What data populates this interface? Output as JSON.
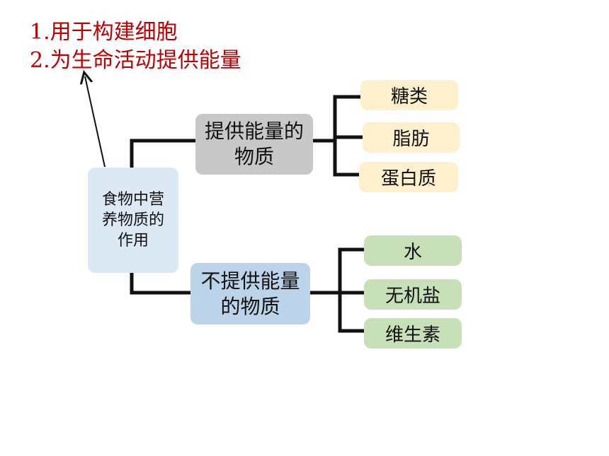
{
  "functions": {
    "line1": "1.用于构建细胞",
    "line2": "2.为生命活动提供能量"
  },
  "root": {
    "label": "食物中营养物质的作用"
  },
  "energy": {
    "label": "提供能量的物质",
    "items": [
      "糖类",
      "脂肪",
      "蛋白质"
    ]
  },
  "nonenergy": {
    "label": "不提供能量的物质",
    "items": [
      "水",
      "无机盐",
      "维生素"
    ]
  },
  "colors": {
    "function_text": "#c00000",
    "root_fill": "#dde8f5",
    "energy_fill": "#c8c8c8",
    "nonenergy_fill": "#bcd4ea",
    "energy_leaf_fill": "#fef0cc",
    "nonenergy_leaf_fill": "#c8e0b8"
  }
}
